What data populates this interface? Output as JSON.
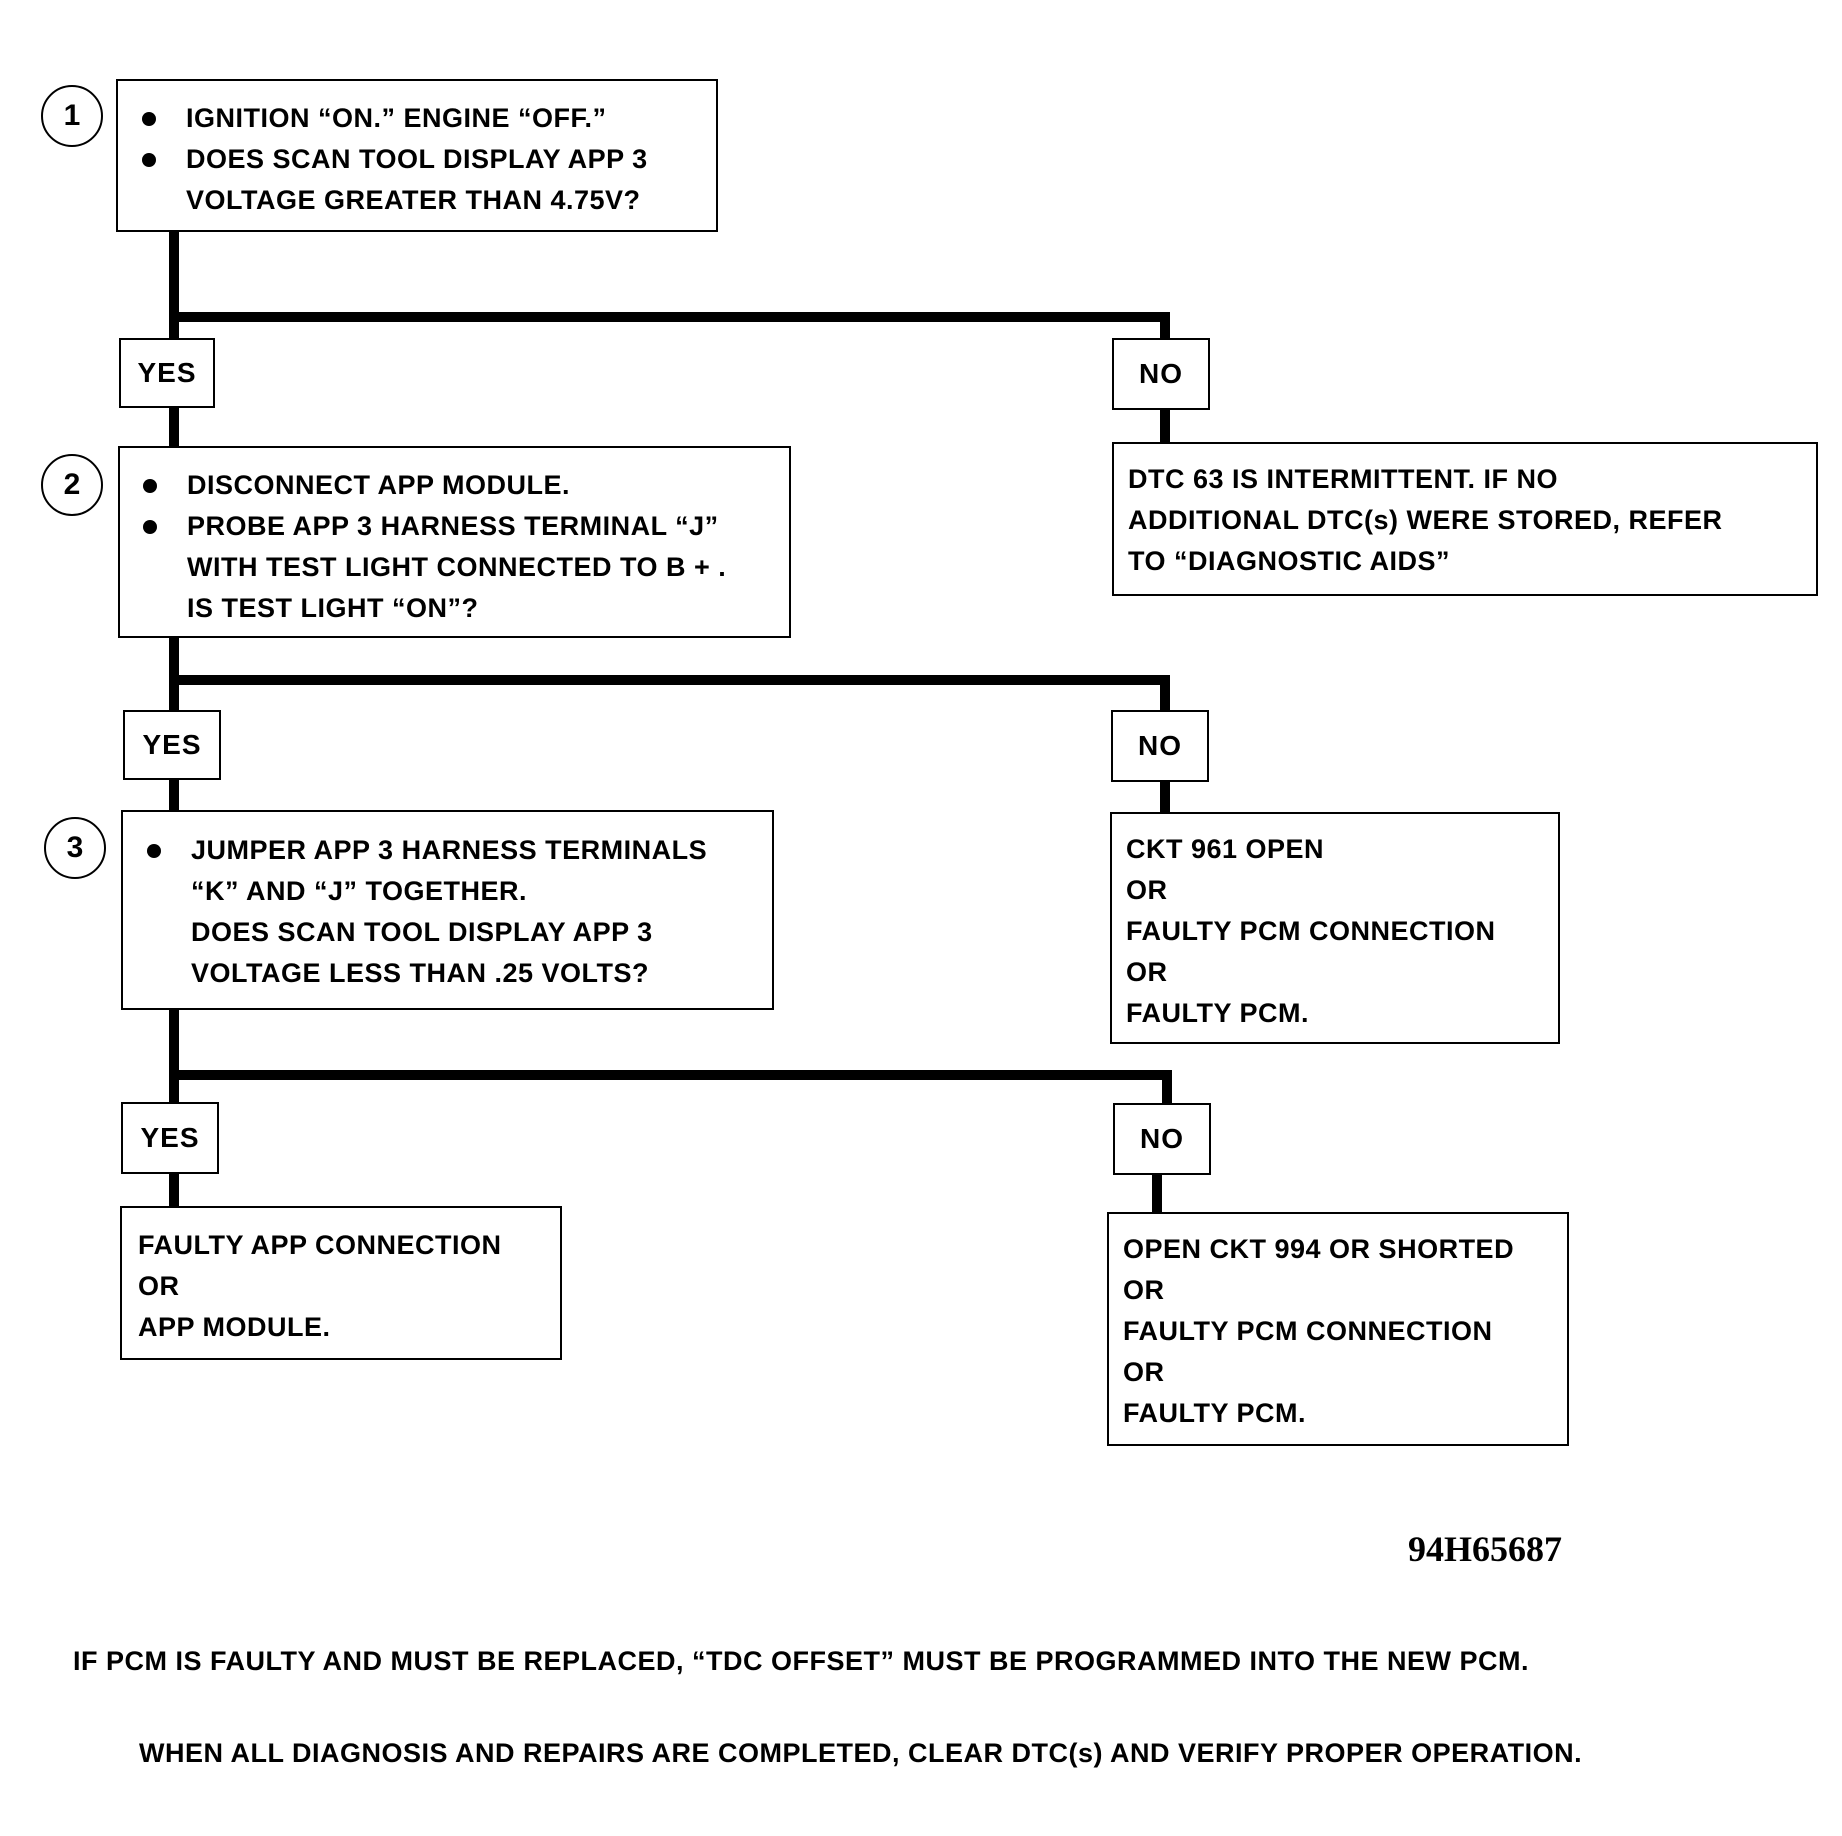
{
  "step1": {
    "number": "1",
    "lines": [
      "IGNITION “ON.”  ENGINE “OFF.”",
      "DOES SCAN TOOL DISPLAY APP 3",
      "VOLTAGE GREATER THAN 4.75V?"
    ]
  },
  "step2": {
    "number": "2",
    "lines": [
      "DISCONNECT APP MODULE.",
      "PROBE APP 3 HARNESS TERMINAL “J”",
      "WITH TEST LIGHT CONNECTED TO B + .",
      "IS TEST LIGHT “ON”?"
    ]
  },
  "step3": {
    "number": "3",
    "lines": [
      "JUMPER APP 3 HARNESS TERMINALS",
      "“K” AND “J” TOGETHER.",
      "DOES SCAN TOOL DISPLAY APP 3",
      "VOLTAGE LESS THAN .25 VOLTS?"
    ]
  },
  "labels": {
    "yes": "YES",
    "no": "NO"
  },
  "result_intermittent": {
    "lines": [
      "DTC 63 IS INTERMITTENT.  IF NO",
      "ADDITIONAL DTC(s) WERE STORED, REFER",
      "TO “DIAGNOSTIC AIDS”"
    ]
  },
  "result_ckt961": {
    "lines": [
      "CKT 961 OPEN",
      "OR",
      "FAULTY PCM CONNECTION",
      "OR",
      "FAULTY PCM."
    ]
  },
  "result_app": {
    "lines": [
      "FAULTY APP CONNECTION",
      "OR",
      "APP MODULE."
    ]
  },
  "result_ckt994": {
    "lines": [
      "OPEN CKT 994 OR SHORTED",
      "OR",
      "FAULTY PCM CONNECTION",
      "OR",
      "FAULTY PCM."
    ]
  },
  "figure_code": "94H65687",
  "notes": [
    "IF PCM IS FAULTY AND MUST BE REPLACED, “TDC OFFSET” MUST BE PROGRAMMED INTO THE NEW PCM.",
    "WHEN ALL DIAGNOSIS AND REPAIRS ARE COMPLETED, CLEAR DTC(s) AND VERIFY PROPER OPERATION."
  ]
}
